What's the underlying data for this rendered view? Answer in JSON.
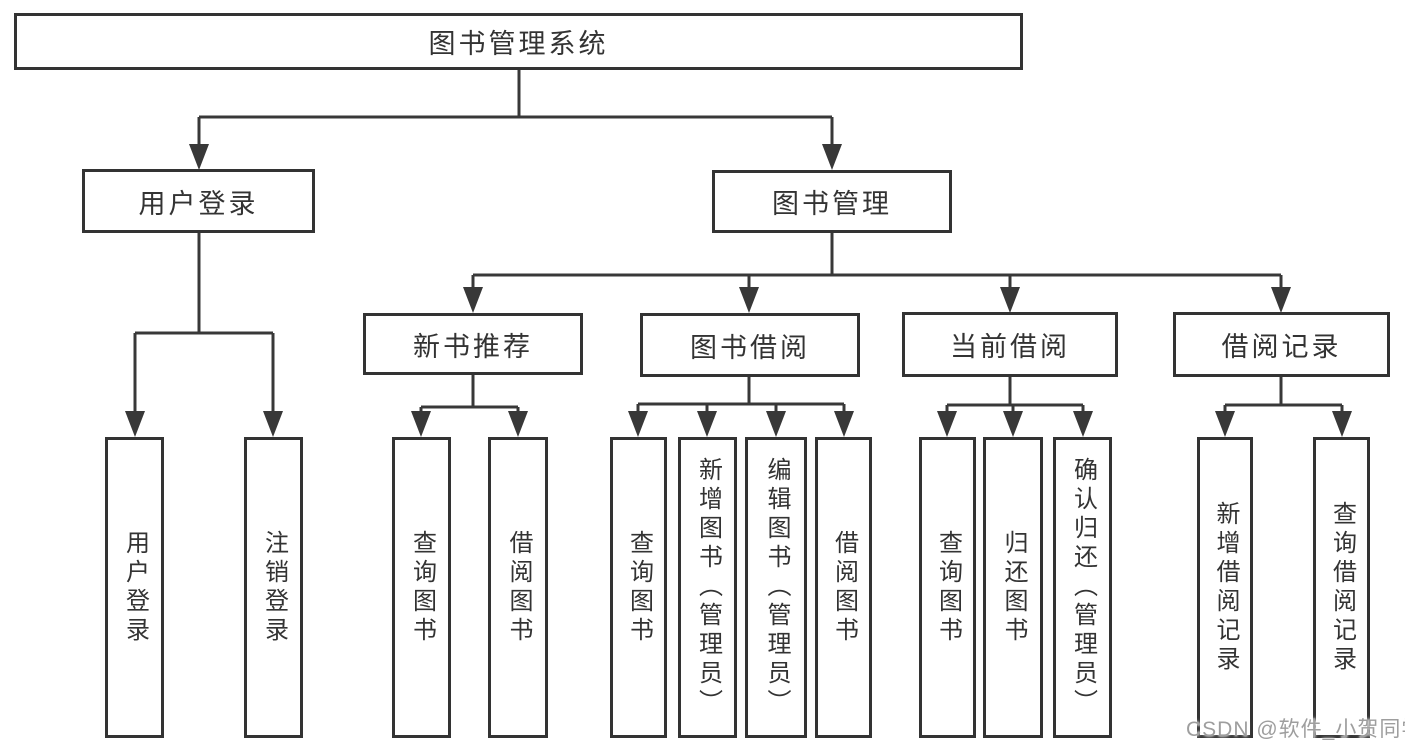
{
  "tree": {
    "label": "图书管理系统",
    "children": [
      {
        "label": "用户登录",
        "children": [
          {
            "label": "用户登录"
          },
          {
            "label": "注销登录"
          }
        ]
      },
      {
        "label": "图书管理",
        "children": [
          {
            "label": "新书推荐",
            "children": [
              {
                "label": "查询图书"
              },
              {
                "label": "借阅图书"
              }
            ]
          },
          {
            "label": "图书借阅",
            "children": [
              {
                "label": "查询图书"
              },
              {
                "label": "新增图书（管理员）"
              },
              {
                "label": "编辑图书（管理员）"
              },
              {
                "label": "借阅图书"
              }
            ]
          },
          {
            "label": "当前借阅",
            "children": [
              {
                "label": "查询图书"
              },
              {
                "label": "归还图书"
              },
              {
                "label": "确认归还（管理员）"
              }
            ]
          },
          {
            "label": "借阅记录",
            "children": [
              {
                "label": "新增借阅记录"
              },
              {
                "label": "查询借阅记录"
              }
            ]
          }
        ]
      }
    ]
  },
  "watermark": {
    "text": "CSDN @软件_小贺同学"
  },
  "colors": {
    "line": "#383838",
    "box_border": "#333333",
    "text": "#333333",
    "watermark": "#9e9e9e",
    "background": "#ffffff"
  }
}
